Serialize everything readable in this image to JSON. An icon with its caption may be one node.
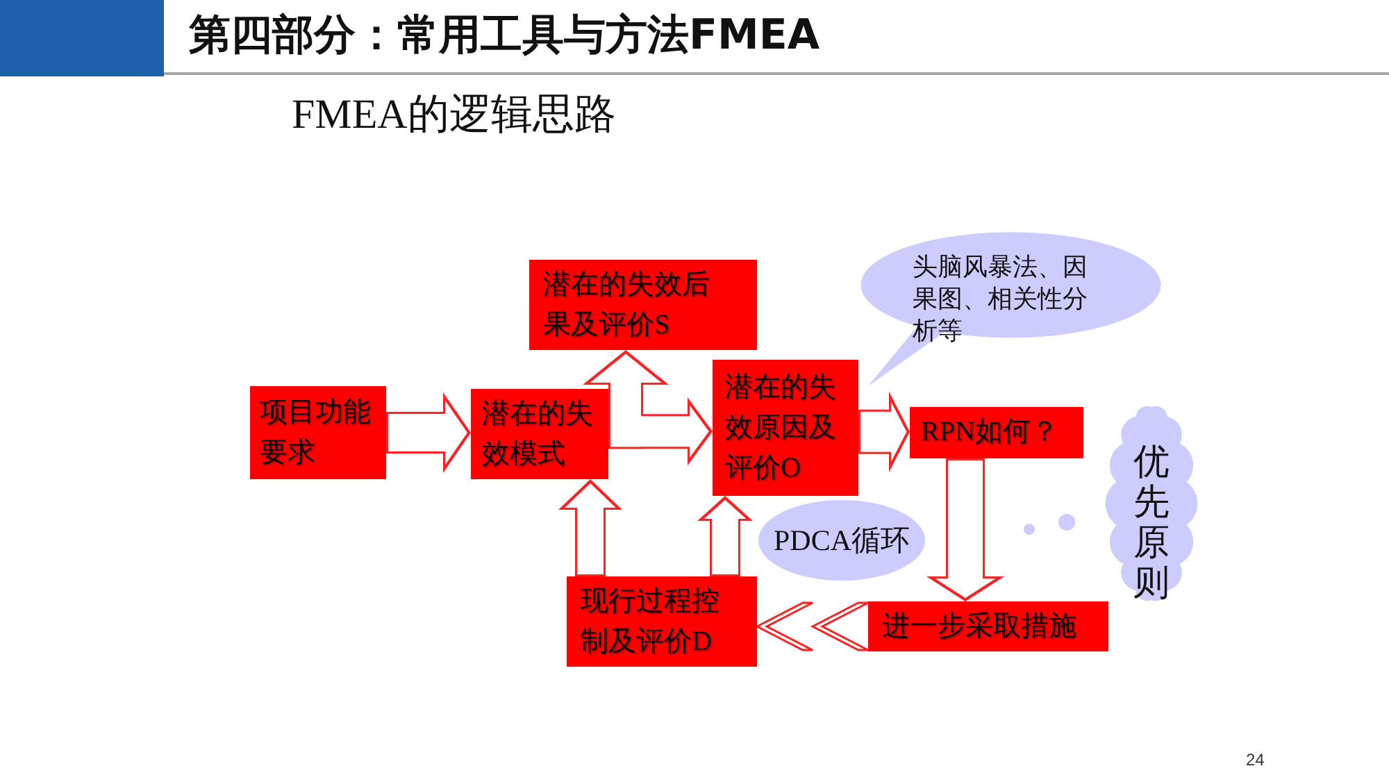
{
  "diagram": {
    "title": "第四部分：常用工具与方法FMEA",
    "nodes": [
      {
        "text": [
          "项目功能要求"
        ]
      },
      {
        "text": [
          "潜在的失效模式"
        ]
      },
      {
        "text": [
          "潜在的失效后果及评价S"
        ]
      },
      {
        "text": [
          "潜在的失效原因及评价O"
        ]
      },
      {
        "text": [
          "头脑风暴法、因果图、相关性分析等"
        ]
      },
      {
        "text": [
          "RPN如何？"
        ]
      },
      {
        "text": [
          "优先原则"
        ]
      },
      {
        "text": [
          "PDCA循环"
        ]
      },
      {
        "text": [
          "进一步采取措施"
        ]
      },
      {
        "text": [
          "现行过程控制及评价D"
        ]
      }
    ],
    "edges": [
      {
        "from": 0,
        "to": 1,
        "arrow": "to"
      },
      {
        "from": 1,
        "to": 2,
        "arrow": "to"
      },
      {
        "from": 1,
        "to": 3,
        "arrow": "to"
      },
      {
        "from": 3,
        "to": 5,
        "arrow": "to"
      },
      {
        "from": 9,
        "to": 1,
        "arrow": "to"
      },
      {
        "from": 9,
        "to": 3,
        "arrow": "to"
      },
      {
        "from": 5,
        "to": 8,
        "arrow": "to"
      },
      {
        "from": 8,
        "to": 9,
        "arrow": "to"
      }
    ],
    "labels": [
      "FMEA的逻辑思路",
      "24"
    ]
  }
}
